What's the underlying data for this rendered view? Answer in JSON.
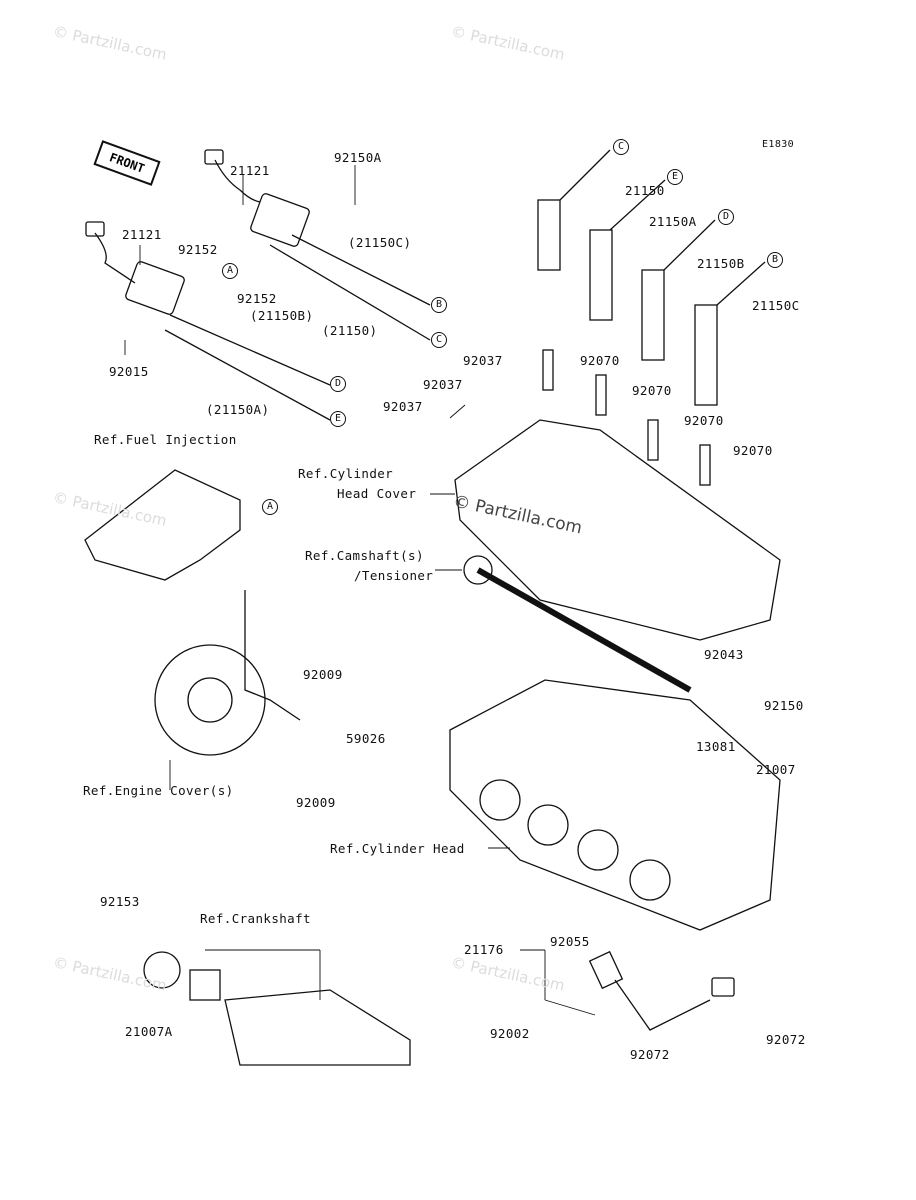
{
  "diagram_code": "E1830",
  "front_label": "FRONT",
  "watermark": "© Partzilla.com",
  "callout_tags": [
    "A",
    "B",
    "C",
    "D",
    "E"
  ],
  "part_labels": [
    "21121",
    "21121",
    "92150A",
    "92152",
    "92152",
    "(21150C)",
    "(21150B)",
    "(21150)",
    "(21150A)",
    "92015",
    "21150",
    "21150A",
    "21150B",
    "21150C",
    "92070",
    "92070",
    "92070",
    "92070",
    "92037",
    "92037",
    "92037",
    "92009",
    "92009",
    "59026",
    "92043",
    "92150",
    "13081",
    "21007",
    "92153",
    "21007A",
    "21176",
    "92055",
    "92002",
    "92072",
    "92072"
  ],
  "reference_labels": {
    "fuel_injection": "Ref.Fuel Injection",
    "cylinder_head_cover_1": "Ref.Cylinder",
    "cylinder_head_cover_2": "Head Cover",
    "camshaft_1": "Ref.Camshaft(s)",
    "camshaft_2": "/Tensioner",
    "engine_cover": "Ref.Engine Cover(s)",
    "cylinder_head": "Ref.Cylinder Head",
    "crankshaft": "Ref.Crankshaft"
  }
}
